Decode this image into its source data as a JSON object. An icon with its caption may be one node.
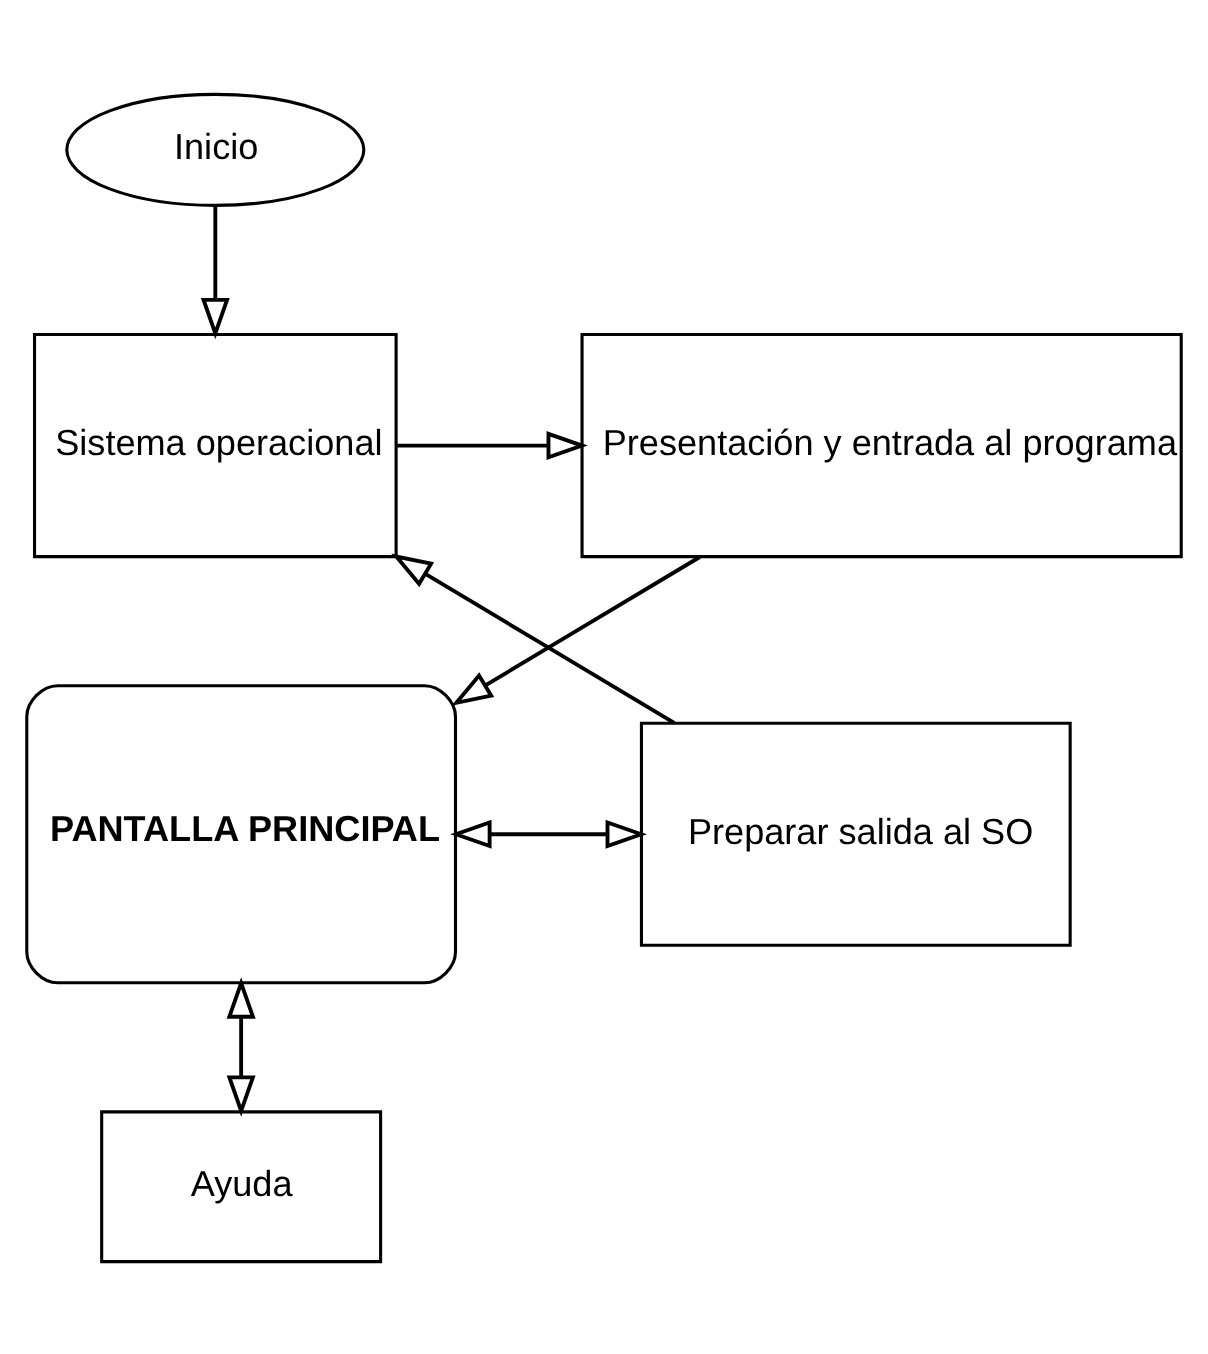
{
  "diagram": {
    "nodes": [
      {
        "text": [
          "Inicio"
        ]
      },
      {
        "text": [
          "Sistema operacional"
        ]
      },
      {
        "text": [
          "Presentación y entrada al programa"
        ]
      },
      {
        "text": [
          "PANTALLA PRINCIPAL"
        ]
      },
      {
        "text": [
          "Preparar salida al SO"
        ]
      },
      {
        "text": [
          "Ayuda"
        ]
      }
    ],
    "edges": [
      {
        "from": 0,
        "to": 1,
        "arrow": "to"
      },
      {
        "from": 1,
        "to": 2,
        "arrow": "to"
      },
      {
        "from": 2,
        "to": 3,
        "arrow": "to"
      },
      {
        "from": 3,
        "to": 4,
        "arrow": "both"
      },
      {
        "from": 4,
        "to": 1,
        "arrow": "to"
      },
      {
        "from": 3,
        "to": 5,
        "arrow": "both"
      }
    ]
  }
}
